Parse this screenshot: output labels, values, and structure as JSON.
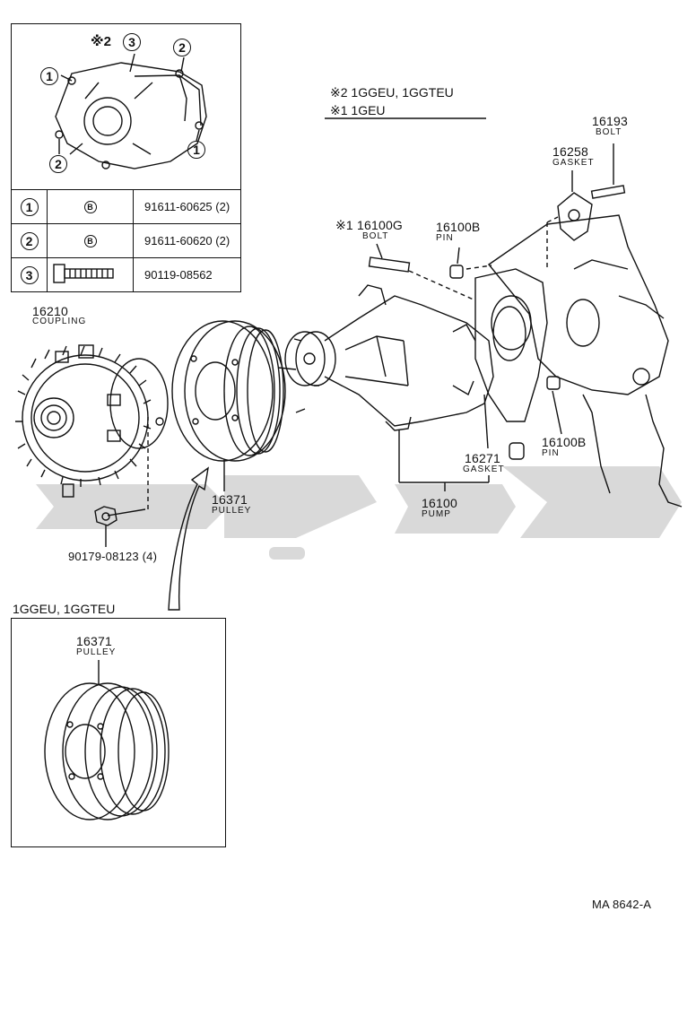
{
  "legend": {
    "note2": "※2 1GGEU, 1GGTEU",
    "note1": "※1 1GEU"
  },
  "inset_top": {
    "callout_header": "※2",
    "callout_3": "3",
    "callout_2a": "2",
    "callout_1a": "1",
    "callout_2b": "2",
    "callout_1b": "1",
    "table": [
      {
        "num": "1",
        "symbol": "B",
        "part": "91611-60625 (2)"
      },
      {
        "num": "2",
        "symbol": "B",
        "part": "91611-60620 (2)"
      },
      {
        "num": "3",
        "symbol": "",
        "part": "90119-08562"
      }
    ]
  },
  "parts": {
    "coupling": {
      "number": "16210",
      "name": "COUPLING"
    },
    "pulley": {
      "number": "16371",
      "name": "PULLEY"
    },
    "nut": {
      "number": "90179-08123 (4)"
    },
    "bolt_g": {
      "number": "※1 16100G",
      "name": "BOLT"
    },
    "pin_top": {
      "number": "16100B",
      "name": "PIN"
    },
    "gasket_top": {
      "number": "16258",
      "name": "GASKET"
    },
    "bolt_top": {
      "number": "16193",
      "name": "BOLT"
    },
    "pin_bottom": {
      "number": "16100B",
      "name": "PIN"
    },
    "gasket": {
      "number": "16271",
      "name": "GASKET"
    },
    "pump": {
      "number": "16100",
      "name": "PUMP"
    }
  },
  "inset_bottom": {
    "header": "1GGEU, 1GGTEU",
    "pulley": {
      "number": "16371",
      "name": "PULLEY"
    }
  },
  "footer": {
    "code": "MA 8642-A"
  }
}
